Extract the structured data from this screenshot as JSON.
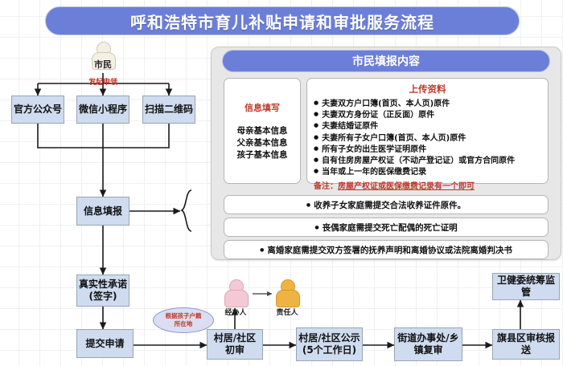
{
  "title": "呼和浩特市育儿补贴申请和审批服务流程",
  "actors": {
    "citizen_label": "市民",
    "handler_label": "经办人",
    "responsible_label": "责任人"
  },
  "edges": {
    "initiate_label": "发起申领",
    "location_note": "根据孩子户籍\n所在地",
    "location_note_line1": "根据孩子户籍",
    "location_note_line2": "所在地"
  },
  "channels": [
    {
      "label": "官方公众号"
    },
    {
      "label": "微信小程序"
    },
    {
      "label": "扫描二维码"
    }
  ],
  "left_flow": [
    {
      "label": "信息填报"
    },
    {
      "label": "真实性承诺\n(签字)",
      "line1": "真实性承诺",
      "line2": "(签字)"
    },
    {
      "label": "提交申请"
    }
  ],
  "bottom_flow": [
    {
      "label": "村居/社区初审"
    },
    {
      "label": "村居/社区公示\n(5个工作日)",
      "line1": "村居/社区公示",
      "line2": "(5个工作日)"
    },
    {
      "label": "街道办事处/乡\n镇复审",
      "line1": "街道办事处/乡",
      "line2": "镇复审"
    },
    {
      "label": "旗县区审核报送"
    }
  ],
  "supervisor": {
    "label": "卫健委统筹监管"
  },
  "panel": {
    "title": "市民填报内容",
    "info_fill": {
      "heading": "信息填写",
      "items": [
        "母亲基本信息",
        "父亲基本信息",
        "孩子基本信息"
      ]
    },
    "upload": {
      "heading": "上传资料",
      "items": [
        "夫妻双方户口簿(首页、本人页)原件",
        "夫妻双方身份证（正反面）原件",
        "夫妻结婚证原件",
        "夫妻所有子女户口簿(首页、本人页)原件",
        "所有子女的出生医学证明原件",
        "自有住房房屋产权证（不动产登记证）或官方合同原件",
        "当年或上一年的医保缴费记录"
      ],
      "note_prefix": "备注：",
      "note_underlined": "房屋产权证或医保缴费记录有一个即可"
    },
    "conditions": [
      "收养子女家庭需提交合法收养证件原件。",
      "丧偶家庭需提交死亡配偶的死亡证明",
      "离婚家庭需提交双方签署的抚养声明和离婚协议或法院离婚判决书"
    ]
  },
  "colors": {
    "banner": "#6c7fd8",
    "box_fill": "#cfdcef",
    "box_border": "#9aa4b1",
    "panel_bg": "#e7e7e7",
    "accent_red": "#c0392b",
    "handler_pink": "#f4c9d5",
    "responsible_orange": "#efb343",
    "citizen_cream": "#f4f1e4"
  }
}
